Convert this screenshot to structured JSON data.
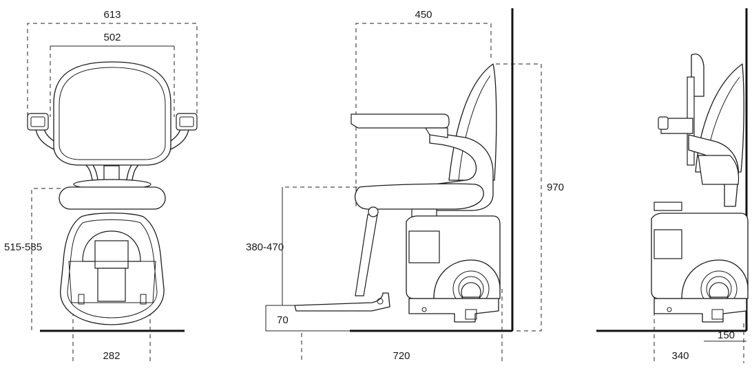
{
  "dimensions": {
    "front": {
      "overall_width": "613",
      "back_width": "502",
      "seat_height": "515-585",
      "base_width": "282"
    },
    "side": {
      "armrest_depth": "450",
      "seat_height": "380-470",
      "footrest_height": "70",
      "total_height": "970",
      "overall_depth": "720"
    },
    "folded": {
      "rail_offset": "150",
      "folded_depth": "340"
    }
  }
}
